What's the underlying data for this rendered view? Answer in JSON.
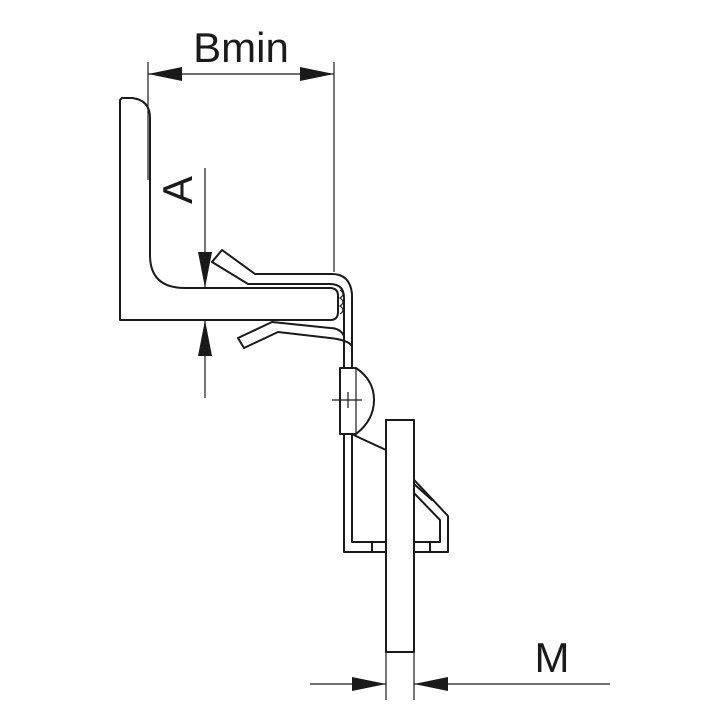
{
  "labels": {
    "bmin": "Bmin",
    "a": "A",
    "m": "M"
  },
  "colors": {
    "line": "#1a1a1a",
    "background": "#ffffff"
  }
}
